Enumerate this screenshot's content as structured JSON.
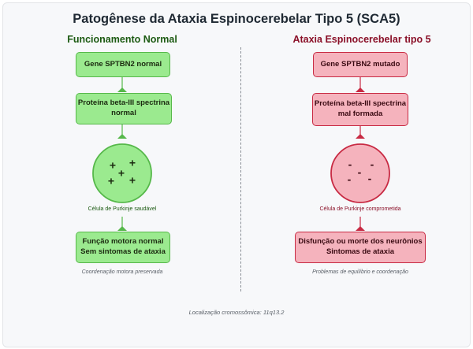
{
  "title": "Patogênese da Ataxia Espinocerebelar Tipo 5 (SCA5)",
  "normal": {
    "heading": "Funcionamento Normal",
    "gene": "Gene SPTBN2 normal",
    "protein_line1": "Proteína beta-III spectrina",
    "protein_line2": "normal",
    "cell_symbol": "+",
    "cell_label": "Célula de Purkinje saudável",
    "outcome_line1": "Função motora normal",
    "outcome_line2": "Sem sintomas de ataxia",
    "note": "Coordenação motora preservada",
    "colors": {
      "fill": "#9bea8f",
      "stroke": "#56b84a",
      "text": "#1c5a12"
    }
  },
  "disease": {
    "heading": "Ataxia Espinocerebelar tipo 5",
    "gene": "Gene SPTBN2 mutado",
    "protein_line1": "Proteína beta-III spectrina",
    "protein_line2": "mal formada",
    "cell_symbol": "-",
    "cell_label": "Célula de Purkinje comprometida",
    "outcome_line1": "Disfunção ou morte dos neurônios",
    "outcome_line2": "Sintomas de ataxia",
    "note": "Problemas de equilíbrio e coordenação",
    "colors": {
      "fill": "#f5b3bd",
      "stroke": "#c82a43",
      "text": "#8a1028"
    }
  },
  "footer": "Localização cromossômica: 11q13.2"
}
